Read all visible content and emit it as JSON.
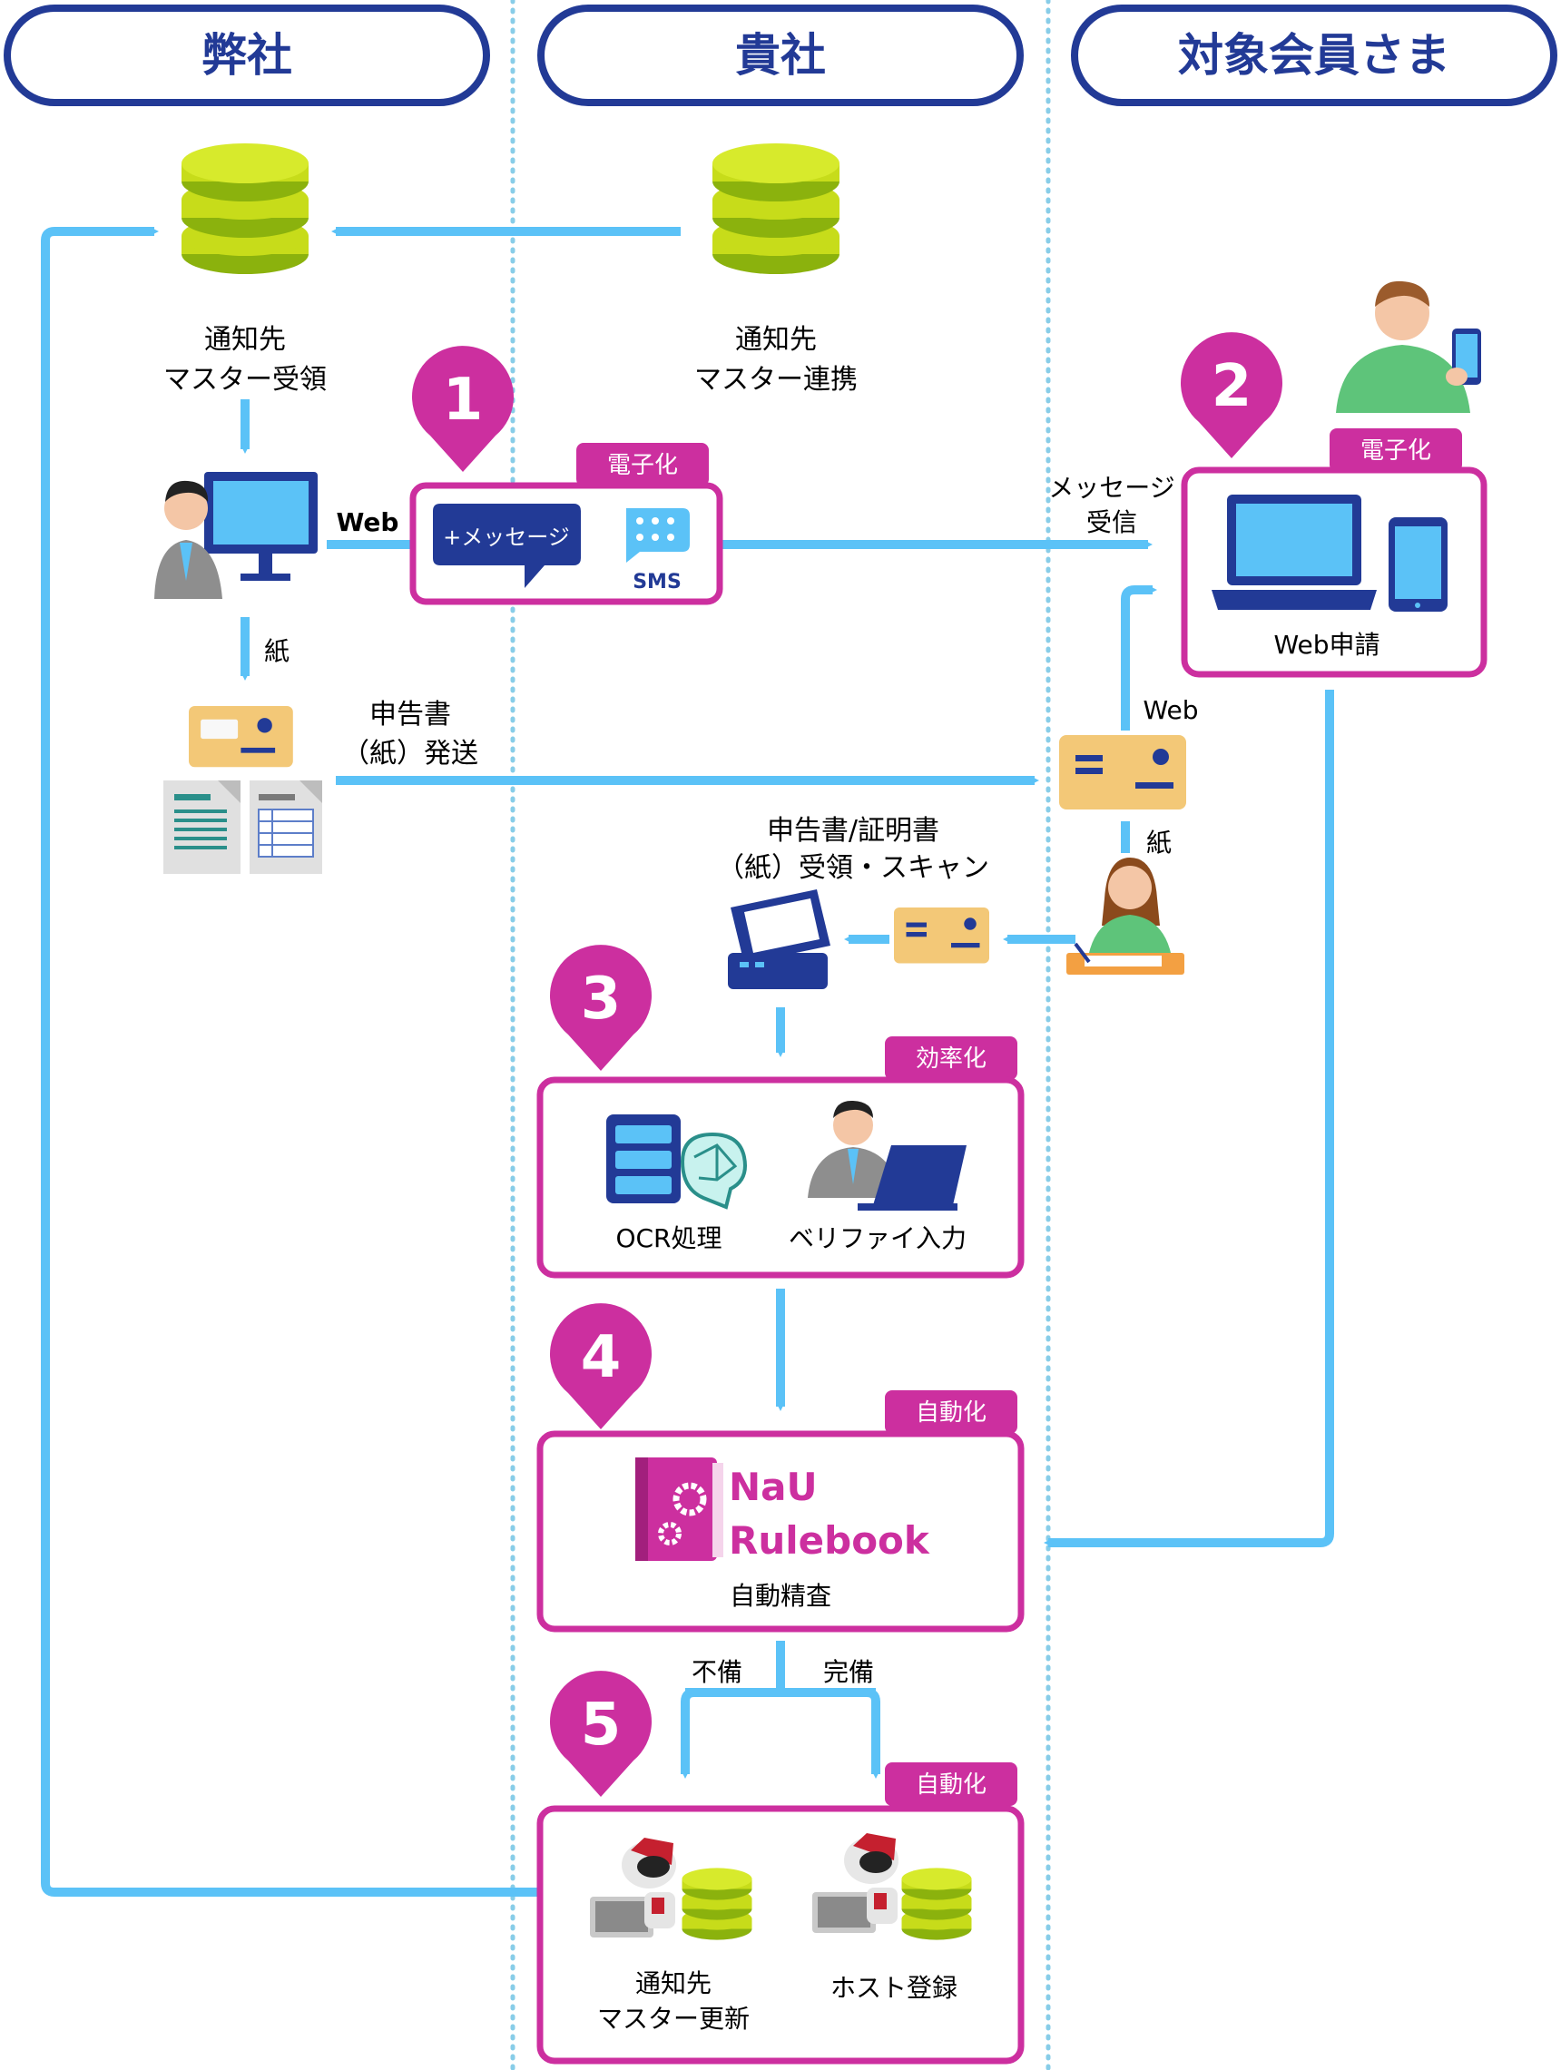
{
  "lanes": {
    "left": "弊社",
    "middle": "貴社",
    "right": "対象会員さま"
  },
  "colors": {
    "navy": "#223a96",
    "magenta": "#cc2f9f",
    "sky": "#5bc2f7",
    "lime": "#c7dc1a",
    "green": "#8bb20d",
    "dotted": "#88cde8"
  },
  "nodes": {
    "master_receive": [
      "通知先",
      "マスター受領"
    ],
    "master_link": [
      "通知先",
      "マスター連携"
    ],
    "web_label_left": "Web",
    "paper_label_left": "紙",
    "message_bubble": "+メッセージ",
    "sms": "SMS",
    "tag_digitize_1": "電子化",
    "tag_digitize_2": "電子化",
    "tag_efficiency": "効率化",
    "tag_automation_4": "自動化",
    "tag_automation_5": "自動化",
    "message_receive": [
      "メッセージ",
      "受信"
    ],
    "web_apply": "Web申請",
    "web_label_right": "Web",
    "paper_label_right": "紙",
    "form_send": [
      "申告書",
      "（紙）発送"
    ],
    "form_scan": [
      "申告書/証明書",
      "（紙）受領・スキャン"
    ],
    "ocr": "OCR処理",
    "verify": "ベリファイ入力",
    "rulebook_line1": "NaU",
    "rulebook_line2": "Rulebook",
    "auto_check": "自動精査",
    "incomplete": "不備",
    "complete": "完備",
    "master_update": [
      "通知先",
      "マスター更新"
    ],
    "host_register": "ホスト登録"
  },
  "steps": [
    "1",
    "2",
    "3",
    "4",
    "5"
  ]
}
